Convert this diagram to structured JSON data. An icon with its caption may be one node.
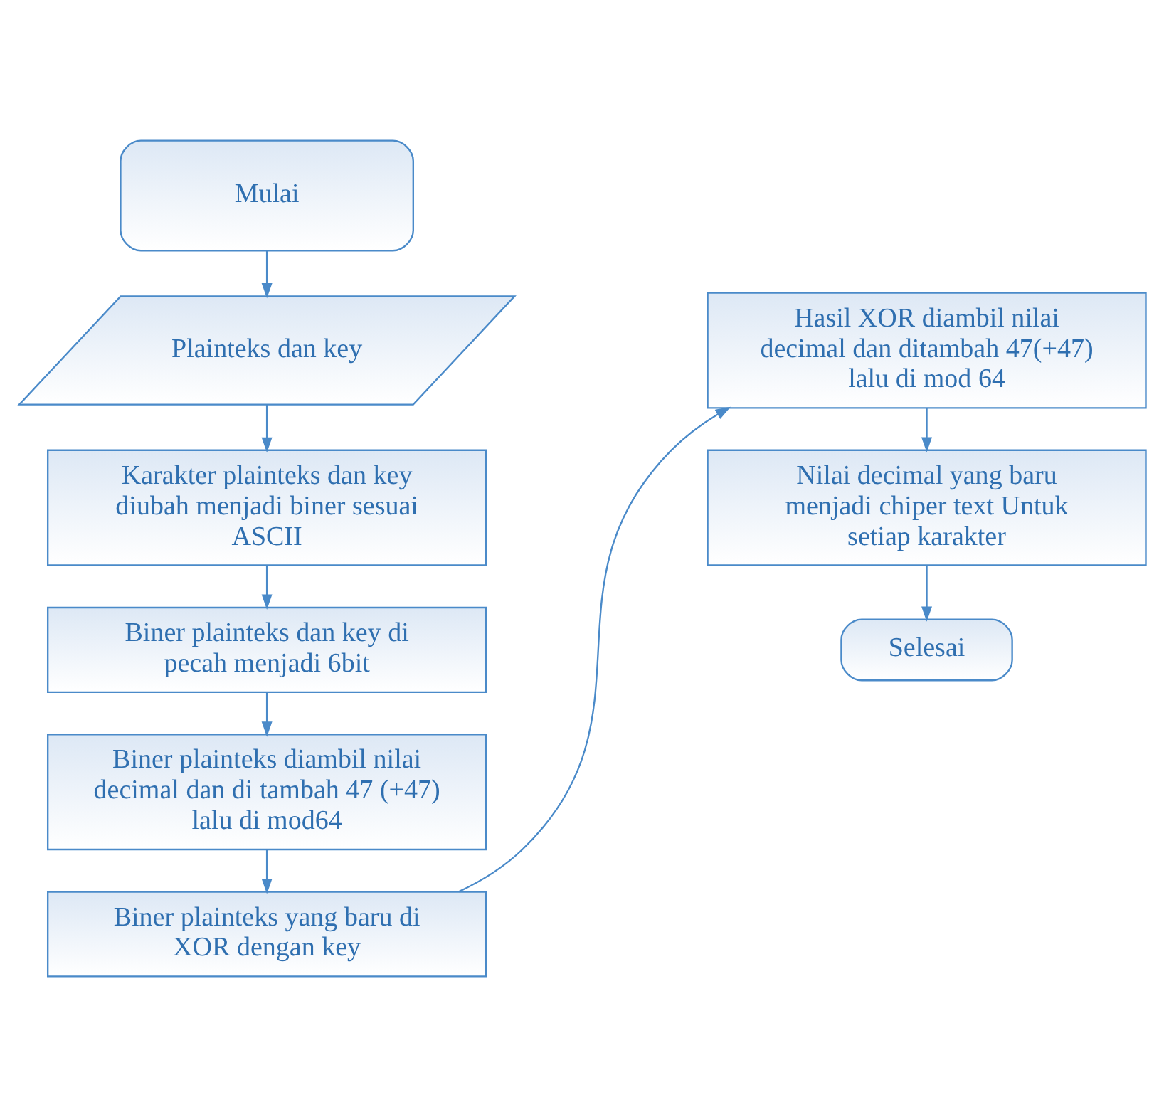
{
  "diagram": {
    "nodes": [
      {
        "text": [
          "Mulai"
        ]
      },
      {
        "text": [
          "Plainteks dan key"
        ]
      },
      {
        "text": [
          "Karakter plainteks dan key diubah menjadi biner sesuai ASCII"
        ]
      },
      {
        "text": [
          "Biner plainteks dan key di pecah menjadi 6bit"
        ]
      },
      {
        "text": [
          "Biner plainteks diambil nilai decimal dan di tambah 47 (+47) lalu di mod64"
        ]
      },
      {
        "text": [
          "Biner plainteks yang baru di XOR dengan key"
        ]
      },
      {
        "text": [
          "Hasil XOR diambil nilai decimal dan ditambah 47(+47) lalu di mod 64"
        ]
      },
      {
        "text": [
          "Nilai decimal yang baru menjadi chiper text Untuk setiap karakter"
        ]
      },
      {
        "text": [
          "Selesai"
        ]
      }
    ],
    "edges": [
      {
        "from": 0,
        "to": 1,
        "arrow": "to"
      },
      {
        "from": 1,
        "to": 2,
        "arrow": "to"
      },
      {
        "from": 2,
        "to": 3,
        "arrow": "to"
      },
      {
        "from": 3,
        "to": 4,
        "arrow": "to"
      },
      {
        "from": 4,
        "to": 5,
        "arrow": "to"
      },
      {
        "from": 5,
        "to": 6,
        "arrow": "to"
      },
      {
        "from": 6,
        "to": 7,
        "arrow": "to"
      },
      {
        "from": 7,
        "to": 8,
        "arrow": "to"
      }
    ]
  }
}
